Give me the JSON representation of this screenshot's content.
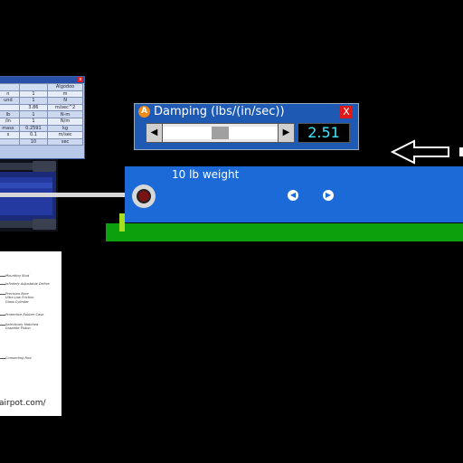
{
  "units_table": {
    "header": [
      "",
      "",
      "Algodoo"
    ],
    "rows": [
      [
        "n",
        "1",
        "m"
      ],
      [
        "und",
        "1",
        "N"
      ],
      [
        "",
        "3.86",
        "m/sec^2"
      ],
      [
        "lb",
        "1",
        "N-m"
      ],
      [
        "/in",
        "1",
        "N/m"
      ],
      [
        "mass",
        "0.2591",
        "kg"
      ],
      [
        "s",
        "0.1",
        "m/sec"
      ],
      [
        "",
        "10",
        "sec"
      ]
    ],
    "close_label": "x"
  },
  "damping": {
    "title": "Damping (lbs/(in/sec))",
    "value": "2.51",
    "slider_fraction": 0.5,
    "close_label": "X",
    "left_arrow": "◀",
    "right_arrow": "▶"
  },
  "weight": {
    "label": "10 lb weight",
    "prev": "◀",
    "next": "▶"
  },
  "diagram": {
    "callouts": [
      "Mounting Stud",
      "Infinitely Adjustable Orifice",
      "Precision Bore",
      "Ultra Low Friction",
      "Glass Cylinder",
      "Protective Rubber Case",
      "Selectively Matched",
      "Graphite Piston",
      "Connecting Rod"
    ],
    "url": "airpot.com/"
  },
  "colors": {
    "weight_block": "#1c6ad8",
    "ground": "#0ca10c",
    "value_text": "#3fe8ff"
  },
  "icons": {
    "app_logo": "algodoo-logo-icon",
    "back_arrow": "arrow-left-icon"
  }
}
